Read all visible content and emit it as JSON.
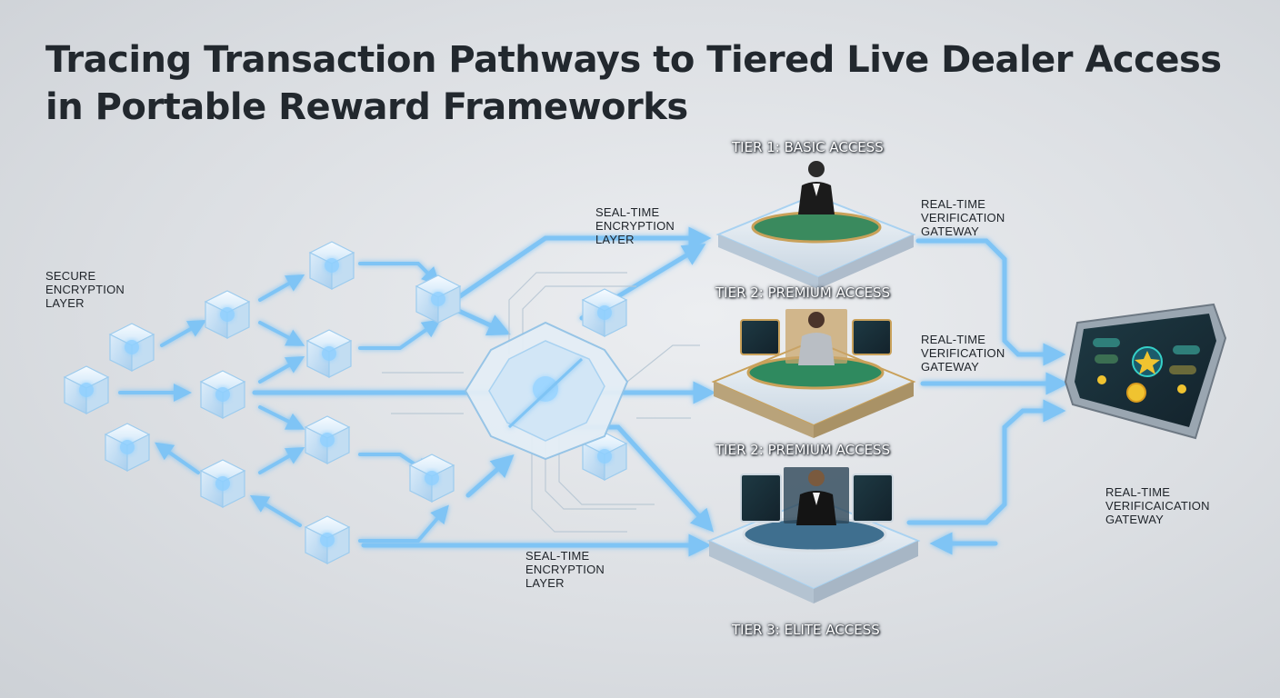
{
  "title": {
    "line1": "Tracing Transaction Pathways to Tiered Live Dealer Access",
    "line2": "in Portable Reward Frameworks"
  },
  "labels": {
    "secure_encryption": [
      "SECURE",
      "ENCRYPTION",
      "LAYER"
    ],
    "seal_time_top": [
      "SEAL-TIME",
      "ENCRYPTION",
      "LAYER"
    ],
    "seal_time_bottom": [
      "SEAL-TIME",
      "ENCRYPTION",
      "LAYER"
    ],
    "gateway_1": [
      "REAL-TIME",
      "VERIFICATION",
      "GATEWAY"
    ],
    "gateway_2": [
      "REAL-TIME",
      "VERIFICATION",
      "GATEWAY"
    ],
    "gateway_3": [
      "REAL-TIME",
      "VERIFICAICATION",
      "GATEWAY"
    ]
  },
  "tiers": {
    "tier1": "TIER 1: BASIC ACCESS",
    "tier2a": "TIER 2: PREMIUM ACCESS",
    "tier2b": "TIER 2: PREMIUM ACCESS",
    "tier3": "TIER 3: ELITE ACCESS"
  },
  "colors": {
    "flow": "#7fc4f5",
    "flow_glow": "#bfe3ff",
    "glass": "#e9f4fd",
    "felt": "#2f8a5f",
    "felt_elite": "#3f6f8f",
    "gold": "#c9a15a",
    "device": "#25313c"
  },
  "icons": [
    "cube-node-icon",
    "hub-chip-icon",
    "dealer-figure-icon",
    "card-table-icon",
    "tablet-device-icon",
    "star-icon",
    "coin-icon"
  ]
}
